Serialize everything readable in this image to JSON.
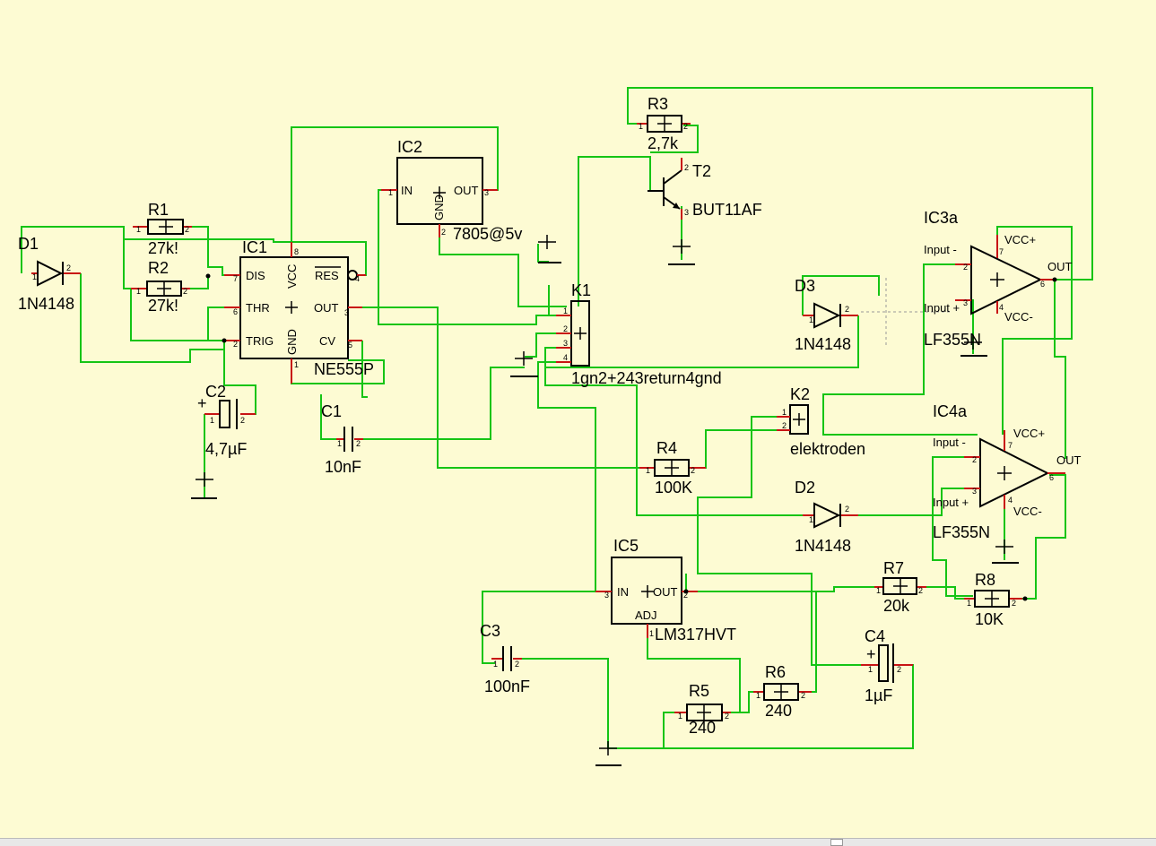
{
  "labels": {
    "D1": "D1",
    "D1_val": "1N4148",
    "R1": "R1",
    "R1_val": "27k!",
    "R2": "R2",
    "R2_val": "27k!",
    "IC1": "IC1",
    "IC1_val": "NE555P",
    "IC1_pins": {
      "dis": "DIS",
      "thr": "THR",
      "trig": "TRIG",
      "vcc": "VCC",
      "res": "RES",
      "out": "OUT",
      "cv": "CV",
      "gnd": "GND"
    },
    "C2": "C2",
    "C2_val": "4,7µF",
    "C1": "C1",
    "C1_val": "10nF",
    "IC2": "IC2",
    "IC2_val": "7805@5v",
    "IC2_pins": {
      "in": "IN",
      "out": "OUT",
      "gnd": "GND"
    },
    "K1": "K1",
    "K1_val": "1gn2+243return4gnd",
    "R3": "R3",
    "R3_val": "2,7k",
    "T2": "T2",
    "T2_val": "BUT11AF",
    "IC3a": "IC3a",
    "IC3a_val": "LF355N",
    "IC3a_pins": {
      "inm": "Input -",
      "inp": "Input +",
      "vccp": "VCC+",
      "vccm": "VCC-",
      "out": "OUT"
    },
    "D3": "D3",
    "D3_val": "1N4148",
    "K2": "K2",
    "K2_val": "elektroden",
    "R4": "R4",
    "R4_val": "100K",
    "D2": "D2",
    "D2_val": "1N4148",
    "IC4a": "IC4a",
    "IC4a_val": "LF355N",
    "IC4a_pins": {
      "inm": "Input -",
      "inp": "Input +",
      "vccp": "VCC+",
      "vccm": "VCC-",
      "out": "OUT"
    },
    "IC5": "IC5",
    "IC5_val": "LM317HVT",
    "IC5_pins": {
      "in": "IN",
      "out": "OUT",
      "adj": "ADJ"
    },
    "R7": "R7",
    "R7_val": "20k",
    "R8": "R8",
    "R8_val": "10K",
    "C3": "C3",
    "C3_val": "100nF",
    "C4": "C4",
    "C4_val": "1µF",
    "R5": "R5",
    "R5_val": "240",
    "R6": "R6",
    "R6_val": "240"
  },
  "colors": {
    "background": "#fdfbd3",
    "wire": "#15c415",
    "pin": "#c81414",
    "body": "#000000"
  }
}
